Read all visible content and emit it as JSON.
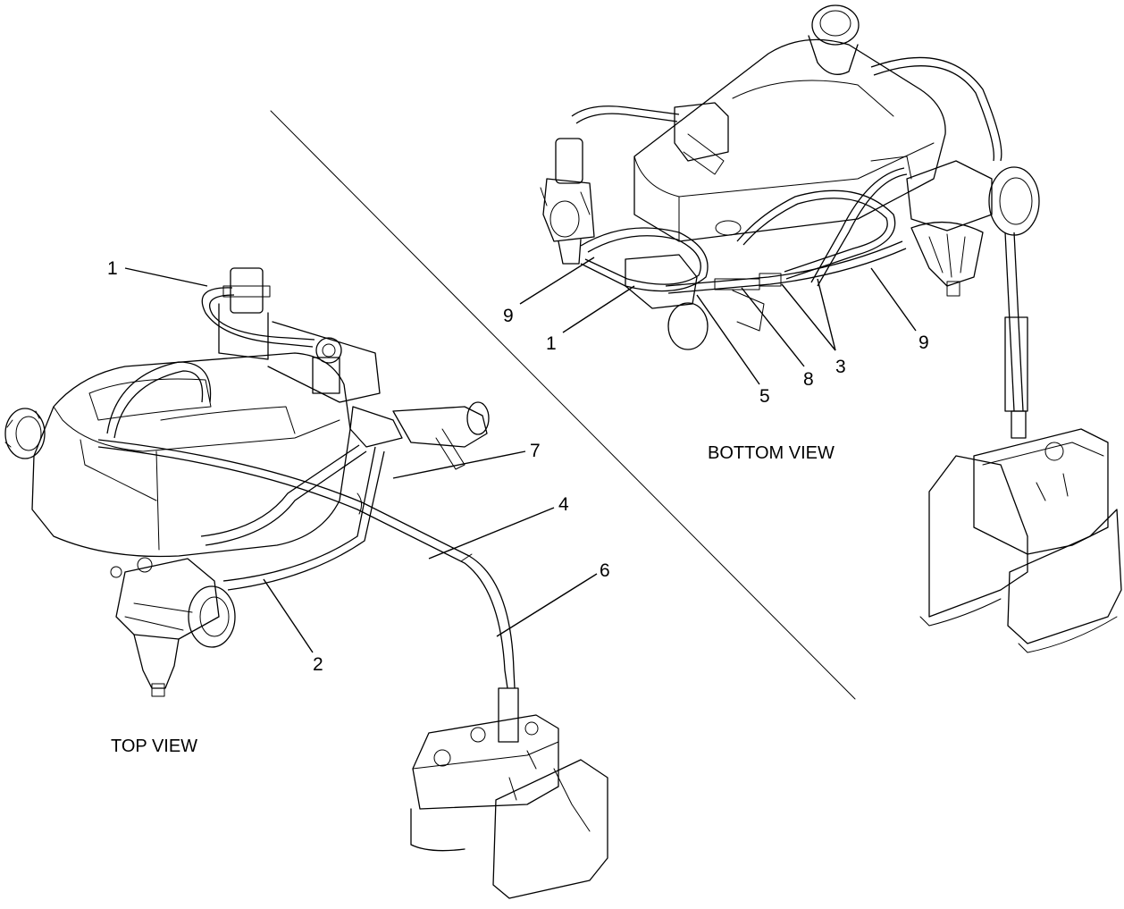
{
  "views": {
    "top": {
      "label": "TOP VIEW"
    },
    "bottom": {
      "label": "BOTTOM VIEW"
    }
  },
  "callouts": {
    "top": [
      {
        "id": "t1",
        "text": "1"
      },
      {
        "id": "t7",
        "text": "7"
      },
      {
        "id": "t4",
        "text": "4"
      },
      {
        "id": "t6",
        "text": "6"
      },
      {
        "id": "t2",
        "text": "2"
      }
    ],
    "bottom": [
      {
        "id": "b9a",
        "text": "9"
      },
      {
        "id": "b1",
        "text": "1"
      },
      {
        "id": "b5",
        "text": "5"
      },
      {
        "id": "b8",
        "text": "8"
      },
      {
        "id": "b3",
        "text": "3"
      },
      {
        "id": "b9b",
        "text": "9"
      }
    ]
  }
}
